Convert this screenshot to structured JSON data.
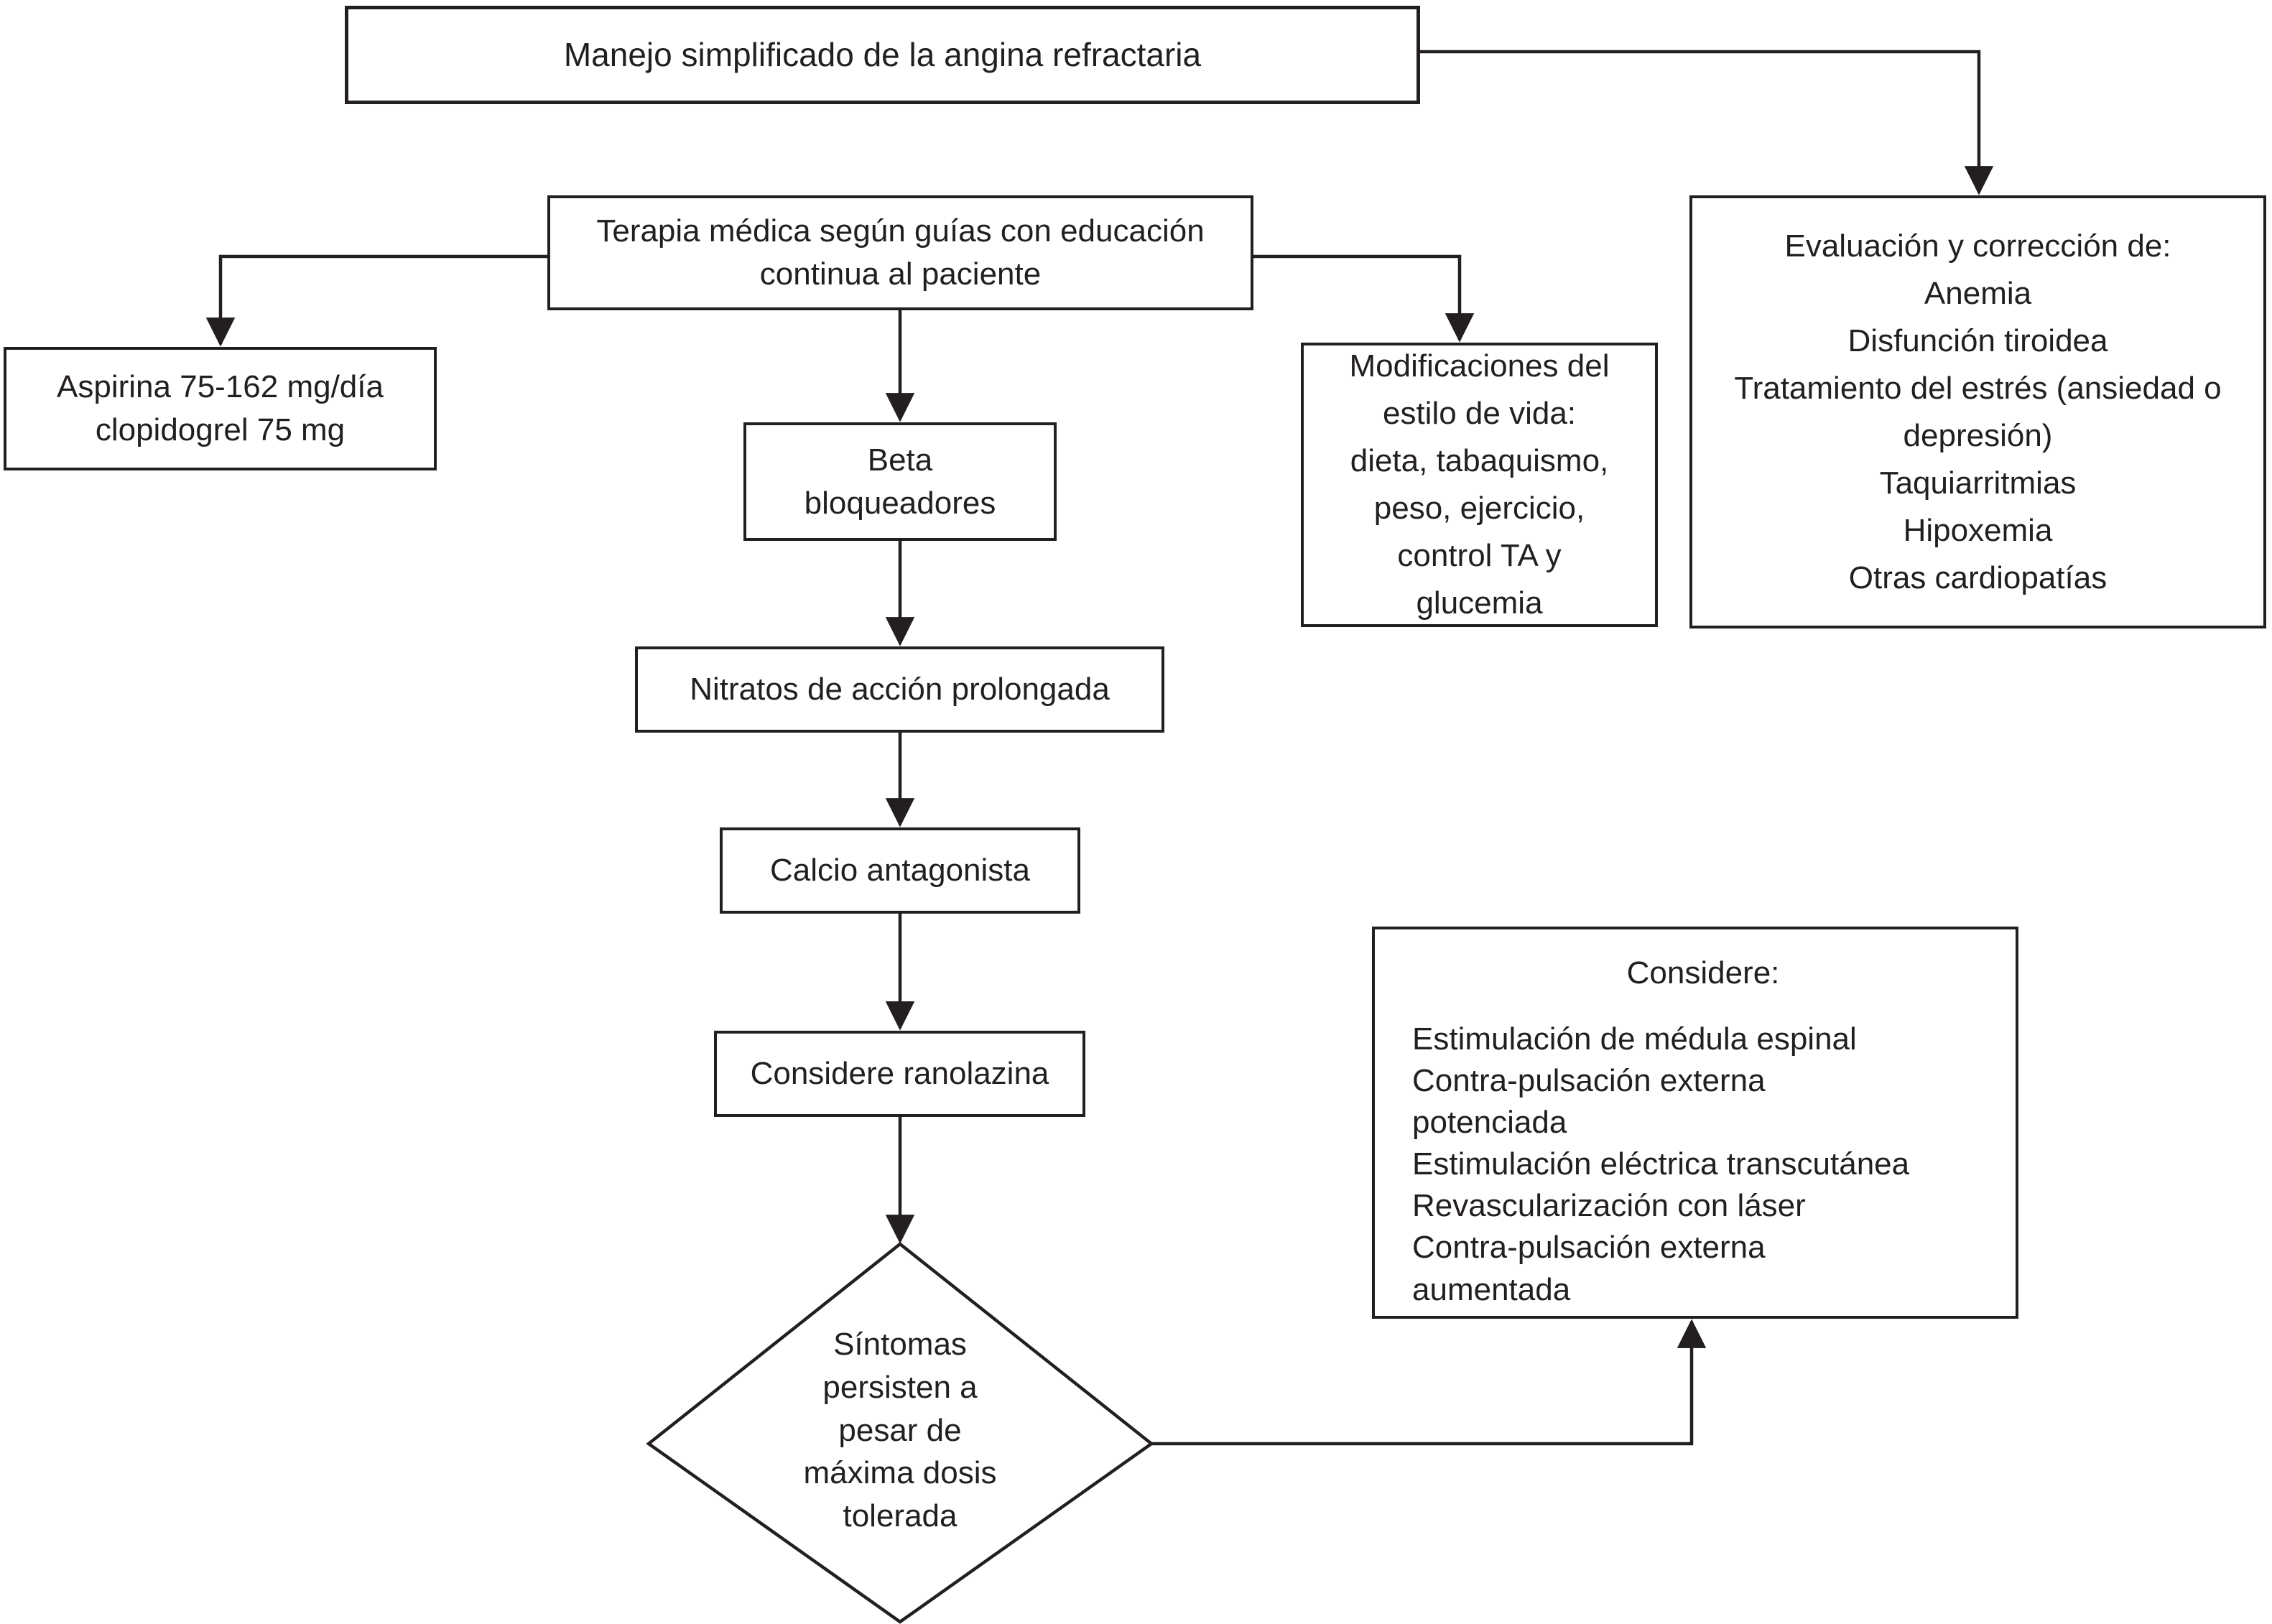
{
  "diagram": {
    "title": "Manejo simplificado de la angina refractaria",
    "colors": {
      "line": "#231f20",
      "background": "#ffffff",
      "box_fill": "#ffffff"
    },
    "nodes": {
      "terapia": {
        "lines": [
          "Terapia médica según guías con educación",
          "continua al paciente"
        ]
      },
      "aspirina": {
        "lines": [
          "Aspirina 75-162 mg/día",
          "clopidogrel 75 mg"
        ]
      },
      "beta": {
        "lines": [
          "Beta",
          "bloqueadores"
        ]
      },
      "modificaciones": {
        "lines": [
          "Modificaciones del",
          "estilo de vida:",
          "dieta, tabaquismo,",
          "peso, ejercicio,",
          "control TA y",
          "glucemia"
        ]
      },
      "evaluacion": {
        "lines": [
          "Evaluación y corrección de:",
          "Anemia",
          "Disfunción tiroidea",
          "Tratamiento del estrés (ansiedad o",
          "depresión)",
          "Taquiarritmias",
          "Hipoxemia",
          "Otras cardiopatías"
        ]
      },
      "nitratos": {
        "label": "Nitratos de acción prolongada"
      },
      "calcio": {
        "label": "Calcio antagonista"
      },
      "ranolazina": {
        "label": "Considere ranolazina"
      },
      "sintomas": {
        "lines": [
          "Síntomas",
          "persisten a",
          "pesar de",
          "máxima dosis",
          "tolerada"
        ]
      },
      "considere": {
        "heading": "Considere:",
        "lines": [
          "Estimulación de médula espinal",
          "Contra-pulsación externa",
          "potenciada",
          "Estimulación eléctrica transcutánea",
          "Revascularización con láser",
          "Contra-pulsación externa",
          "aumentada"
        ]
      }
    }
  }
}
